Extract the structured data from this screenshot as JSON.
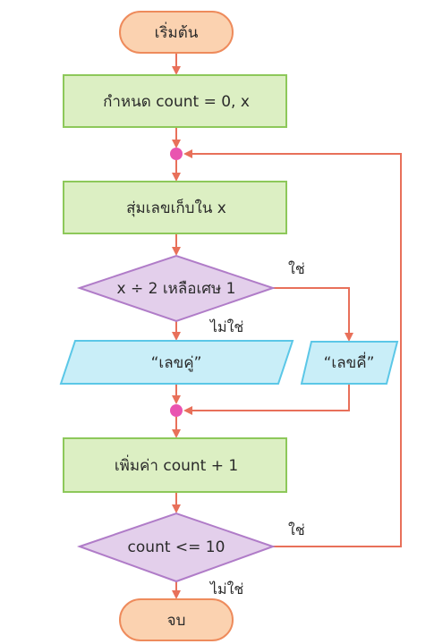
{
  "flowchart": {
    "start": "เริ่มต้น",
    "init": "กำหนด count = 0, x",
    "random": "สุ่มเลขเก็บใน x",
    "decision_mod": "x ÷ 2 เหลือเศษ 1",
    "even_output": "“เลขคู่”",
    "odd_output": "“เลขคี่”",
    "increment": "เพิ่มค่า count + 1",
    "decision_count": "count <= 10",
    "end": "จบ",
    "labels": {
      "yes_mod": "ใช่",
      "no_mod": "ไม่ใช่",
      "yes_count": "ใช่",
      "no_count": "ไม่ใช่"
    }
  },
  "colors": {
    "terminal_fill": "#FBD2B0",
    "terminal_stroke": "#EE8B5C",
    "process_fill": "#DCEFC3",
    "process_stroke": "#8DC85A",
    "decision_fill": "#E3CFEB",
    "decision_stroke": "#B07CC8",
    "io_fill": "#C9EEF8",
    "io_stroke": "#5BC7E7",
    "arrow": "#E8705A",
    "junction": "#E954B0"
  }
}
